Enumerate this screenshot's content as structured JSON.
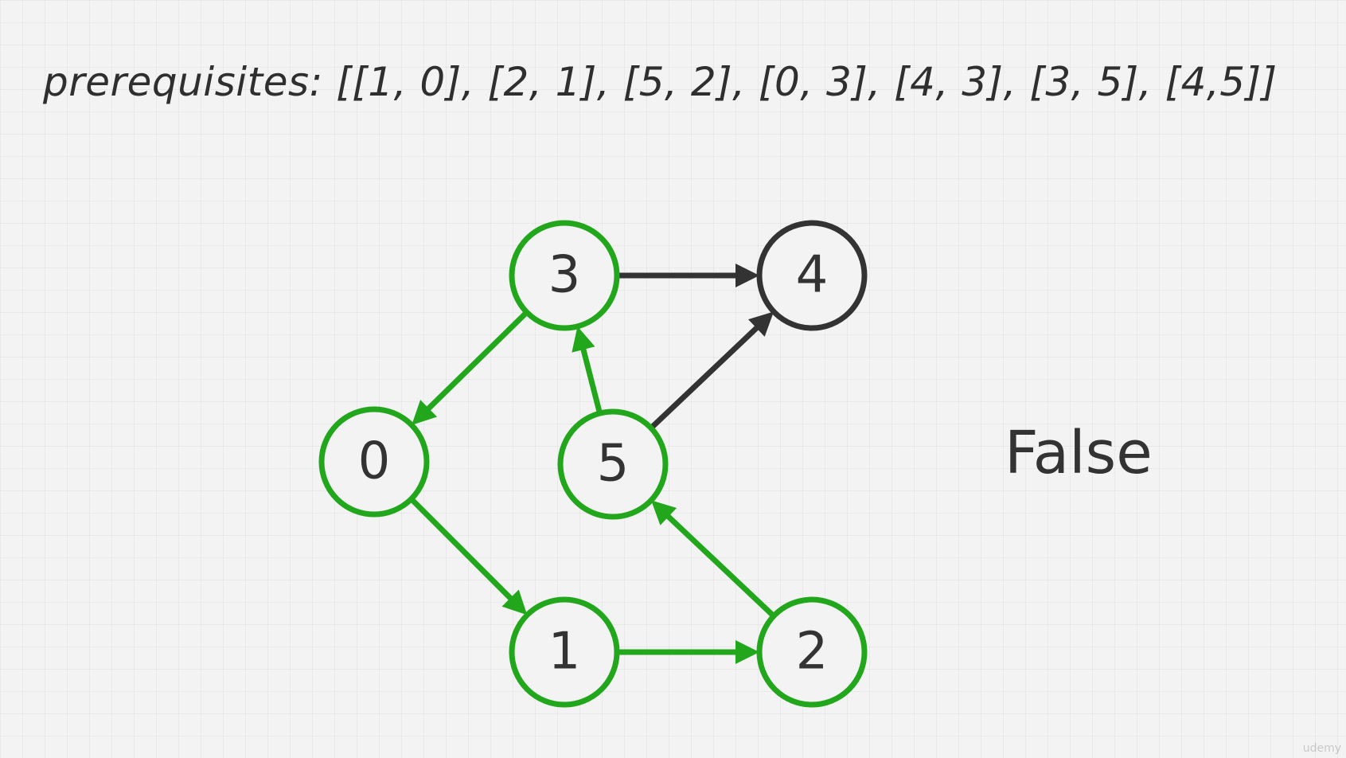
{
  "header": {
    "prerequisites_text": "prerequisites: [[1, 0], [2, 1], [5, 2], [0, 3], [4, 3], [3, 5], [4,5]]"
  },
  "result": {
    "label": "False"
  },
  "colors": {
    "visited": "#22a61c",
    "unvisited": "#333333",
    "node_fill": "#f3f3f3",
    "text": "#333333"
  },
  "graph": {
    "nodes": [
      {
        "id": "0",
        "label": "0",
        "state": "visited"
      },
      {
        "id": "1",
        "label": "1",
        "state": "visited"
      },
      {
        "id": "2",
        "label": "2",
        "state": "visited"
      },
      {
        "id": "3",
        "label": "3",
        "state": "visited"
      },
      {
        "id": "4",
        "label": "4",
        "state": "unvisited"
      },
      {
        "id": "5",
        "label": "5",
        "state": "visited"
      }
    ],
    "edges": [
      {
        "from": "3",
        "to": "4",
        "state": "unvisited"
      },
      {
        "from": "3",
        "to": "0",
        "state": "visited"
      },
      {
        "from": "5",
        "to": "3",
        "state": "visited"
      },
      {
        "from": "5",
        "to": "4",
        "state": "unvisited"
      },
      {
        "from": "0",
        "to": "1",
        "state": "visited"
      },
      {
        "from": "1",
        "to": "2",
        "state": "visited"
      },
      {
        "from": "2",
        "to": "5",
        "state": "visited"
      }
    ]
  }
}
